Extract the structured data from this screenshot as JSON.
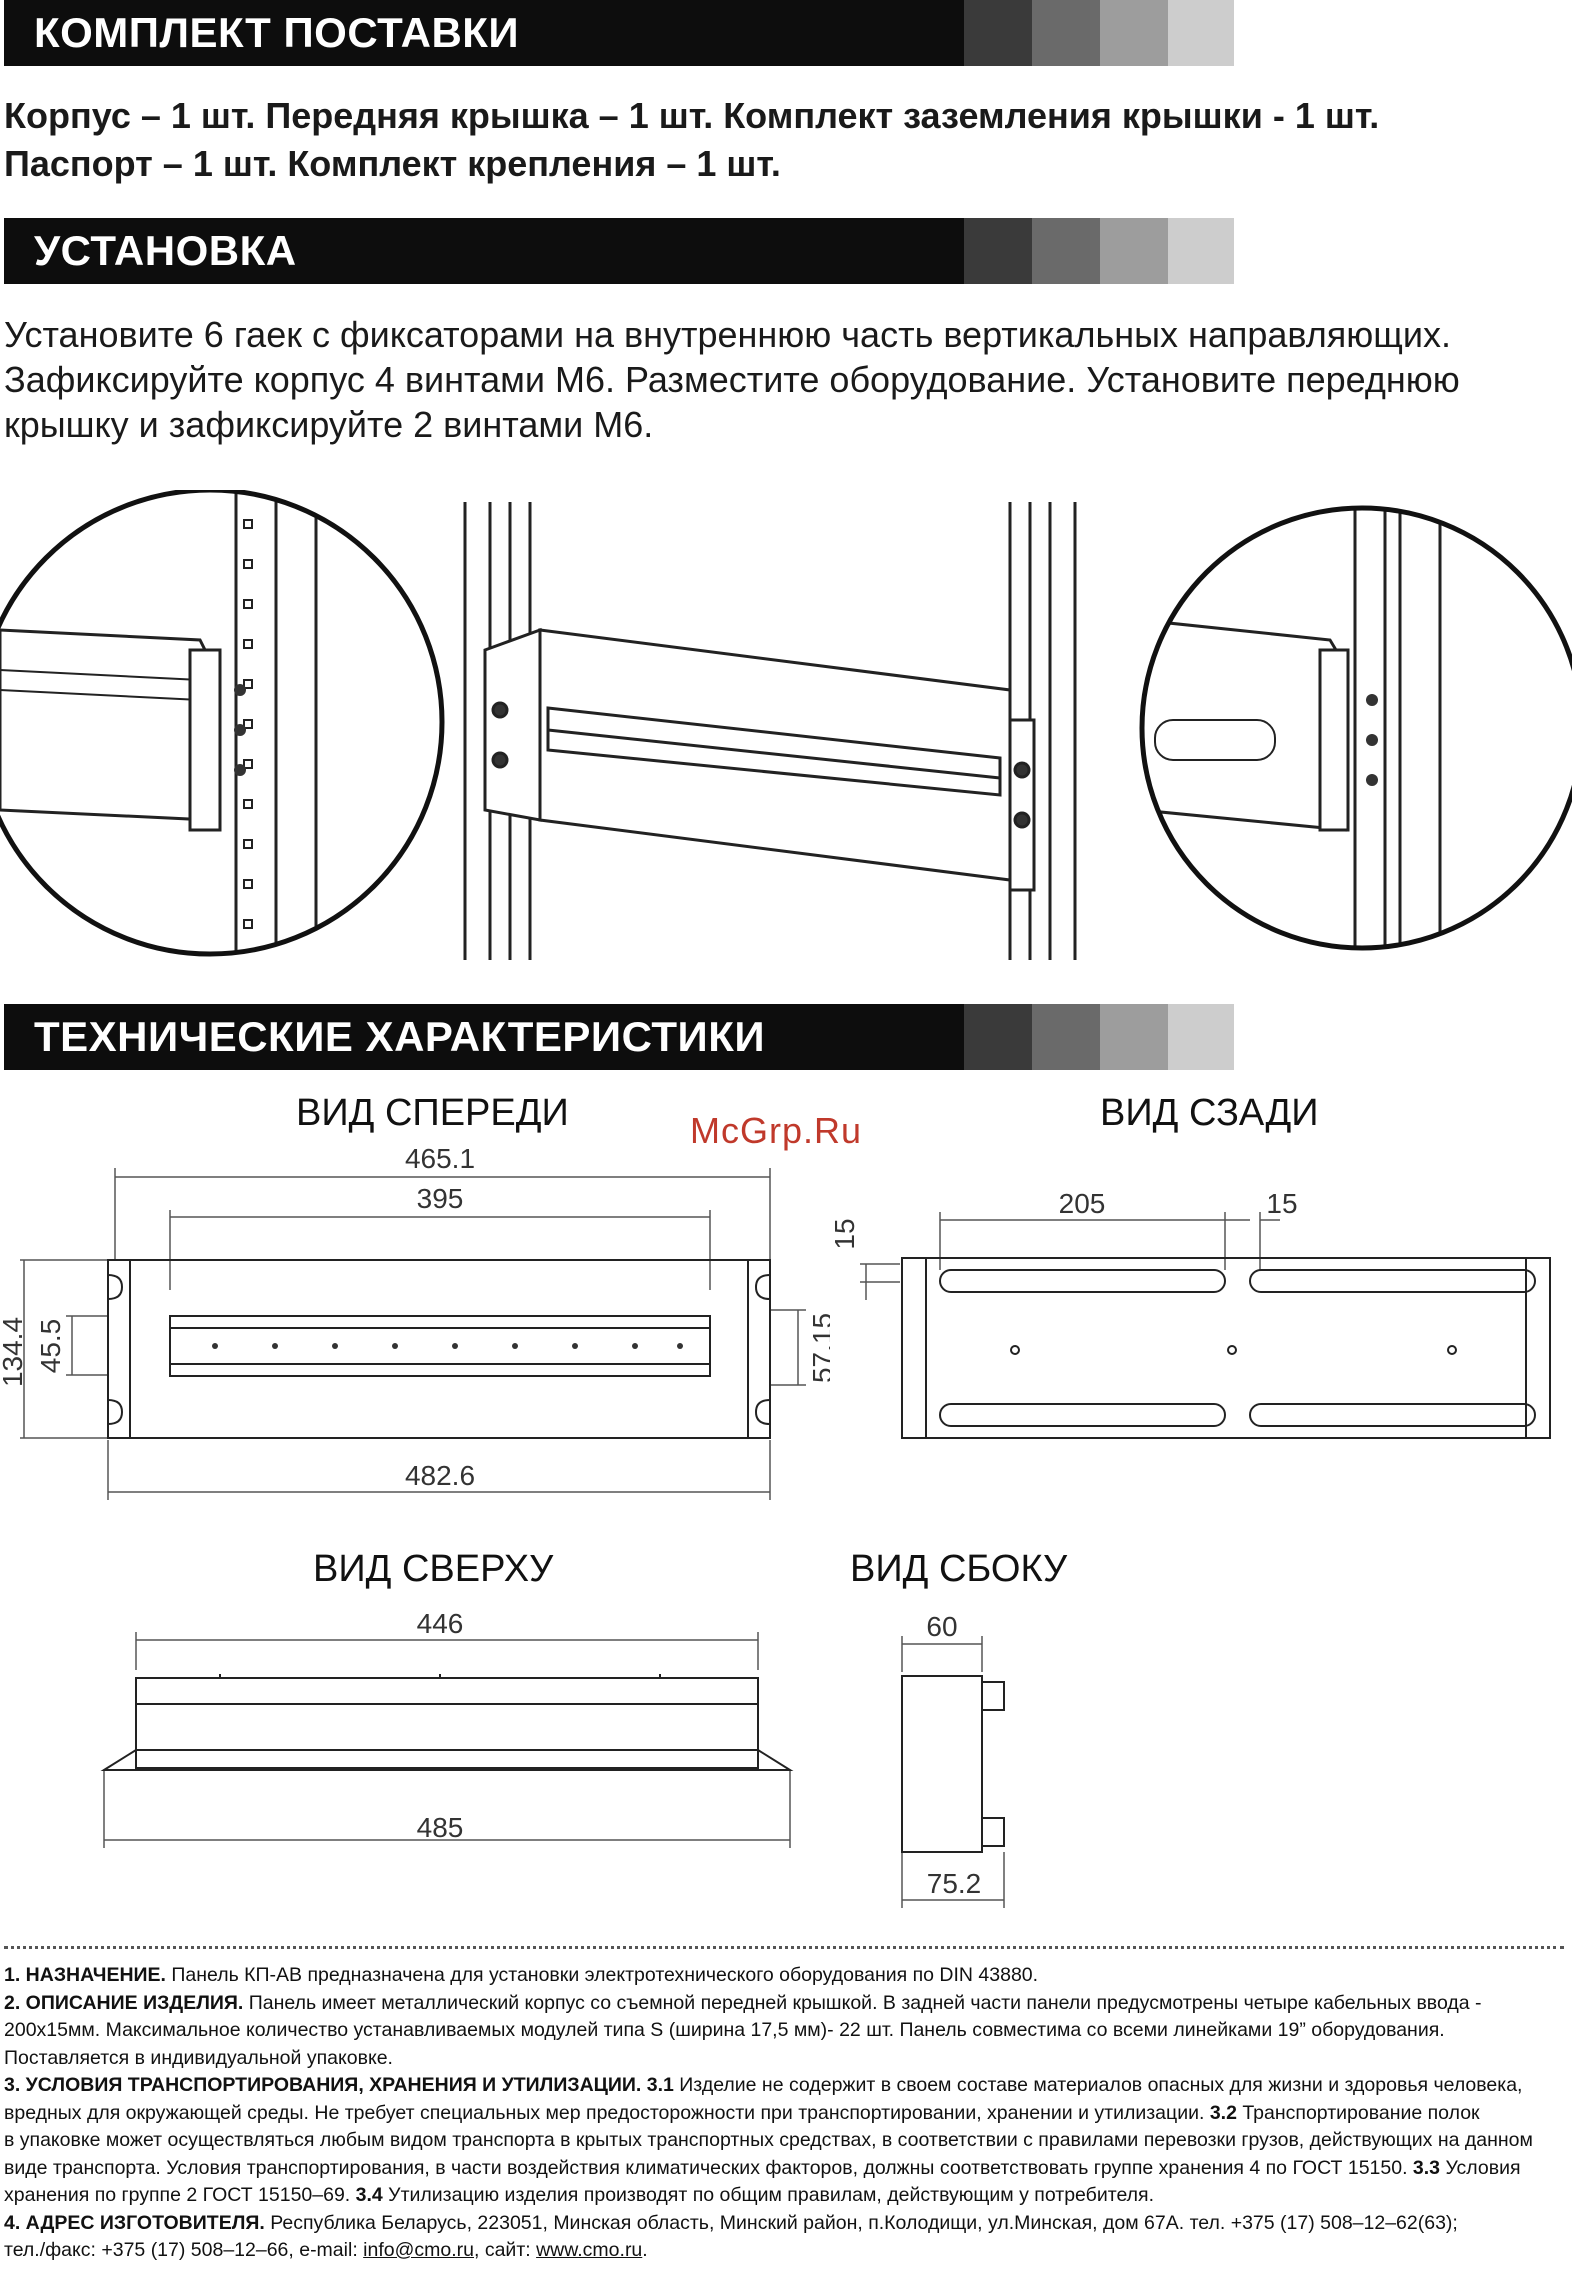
{
  "sections": {
    "kit_title": "КОМПЛЕКТ ПОСТАВКИ",
    "install_title": "УСТАНОВКА",
    "specs_title": "ТЕХНИЧЕСКИЕ ХАРАКТЕРИСТИКИ"
  },
  "kit": {
    "line1": "Корпус – 1 шт. Передняя крышка – 1 шт. Комплект заземления крышки - 1 шт.",
    "line2": "Паспорт – 1 шт. Комплект крепления – 1 шт."
  },
  "install": {
    "line1": "Установите 6 гаек с фиксаторами на внутреннюю часть вертикальных направляющих.",
    "line2": "Зафиксируйте корпус 4 винтами М6. Разместите оборудование. Установите переднюю",
    "line3": "крышку и зафиксируйте 2 винтами М6."
  },
  "watermark": "McGrp.Ru",
  "views": {
    "front": {
      "title": "ВИД СПЕРЕДИ",
      "dims": [
        "465.1",
        "395",
        "134.4",
        "45.5",
        "57.15",
        "482.6"
      ]
    },
    "back": {
      "title": "ВИД СЗАДИ",
      "dims": [
        "205",
        "15",
        "15"
      ]
    },
    "top": {
      "title": "ВИД СВЕРХУ",
      "dims": [
        "446",
        "485"
      ]
    },
    "side": {
      "title": "ВИД СБОКУ",
      "dims": [
        "60",
        "75.2"
      ]
    }
  },
  "notes": {
    "n1_head": "1. НАЗНАЧЕНИЕ.",
    "n1_text": " Панель КП-АВ предназначена для установки электротехнического оборудования по DIN 43880.",
    "n2_head": "2. ОПИСАНИЕ ИЗДЕЛИЯ.",
    "n2_text1": " Панель имеет металлический корпус со съемной передней крышкой. В задней части панели предусмотрены четыре кабельных ввода -",
    "n2_text2": "200х15мм. Максимальное количество устанавливаемых модулей типа S (ширина 17,5 мм)- 22 шт. Панель совместима со всеми линейками 19” оборудования.",
    "n2_text3": "Поставляется в индивидуальной упаковке.",
    "n3_head": "3. УСЛОВИЯ ТРАНСПОРТИРОВАНИЯ, ХРАНЕНИЯ И УТИЛИЗАЦИИ.",
    "n3_31": " 3.1",
    "n3_text1": " Изделие не содержит в своем составе материалов опасных для жизни и здоровья человека,",
    "n3_text2a": "вредных для окружающей среды. Не требует специальных мер предосторожности при транспортировании, хранении и утилизации.",
    "n3_32": " 3.2",
    "n3_text2b": " Транспортирование полок",
    "n3_text3": "в упаковке может осуществляться любым видом транспорта в крытых транспортных средствах, в соответствии с правилами перевозки грузов, действующих на данном",
    "n3_text4a": "виде транспорта. Условия транспортирования, в части воздействия климатических факторов, должны соответствовать группе хранения 4 по ГОСТ 15150.",
    "n3_33": " 3.3",
    "n3_text4b": " Условия",
    "n3_text5a": "хранения по группе 2 ГОСТ 15150–69.",
    "n3_34": " 3.4",
    "n3_text5b": " Утилизацию изделия производят по общим правилам, действующим у потребителя.",
    "n4_head": "4. АДРЕС ИЗГОТОВИТЕЛЯ.",
    "n4_text1": " Республика Беларусь, 223051, Минская область, Минский район, п.Колодищи, ул.Минская, дом 67А. тел. +375 (17) 508–12–62(63);",
    "n4_text2a": "тел./факс: +375 (17) 508–12–66, e-mail: ",
    "n4_email": "info@cmo.ru",
    "n4_text2b": ", сайт: ",
    "n4_site": "www.cmo.ru",
    "n4_text2c": "."
  }
}
